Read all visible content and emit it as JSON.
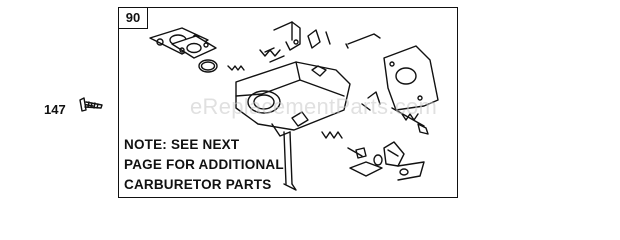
{
  "diagram": {
    "ref_number": "90",
    "callout_number": "147",
    "note_lines": [
      "NOTE: SEE NEXT",
      "PAGE FOR ADDITIONAL",
      "CARBURETOR PARTS"
    ],
    "watermark": "eReplacementParts.com"
  },
  "colors": {
    "line": "#111111",
    "watermark": "#c8c8c8"
  }
}
